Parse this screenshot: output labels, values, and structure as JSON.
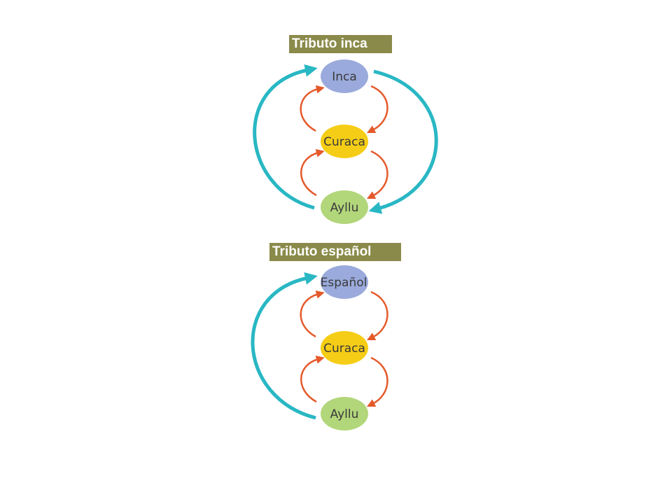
{
  "colors": {
    "title_bg": "#8a8a4a",
    "top_node": "#9aaadc",
    "middle_node": "#f5cd16",
    "bottom_node": "#b2d67a",
    "outer_arrow": "#29b7c4",
    "inner_arrow": "#e55a2b"
  },
  "diagrams": [
    {
      "title": "Tributo inca",
      "nodes": {
        "top": "Inca",
        "middle": "Curaca",
        "bottom": "Ayllu"
      },
      "outer_return_arrow": true
    },
    {
      "title": "Tributo español",
      "nodes": {
        "top": "Español",
        "middle": "Curaca",
        "bottom": "Ayllu"
      },
      "outer_return_arrow": false
    }
  ]
}
